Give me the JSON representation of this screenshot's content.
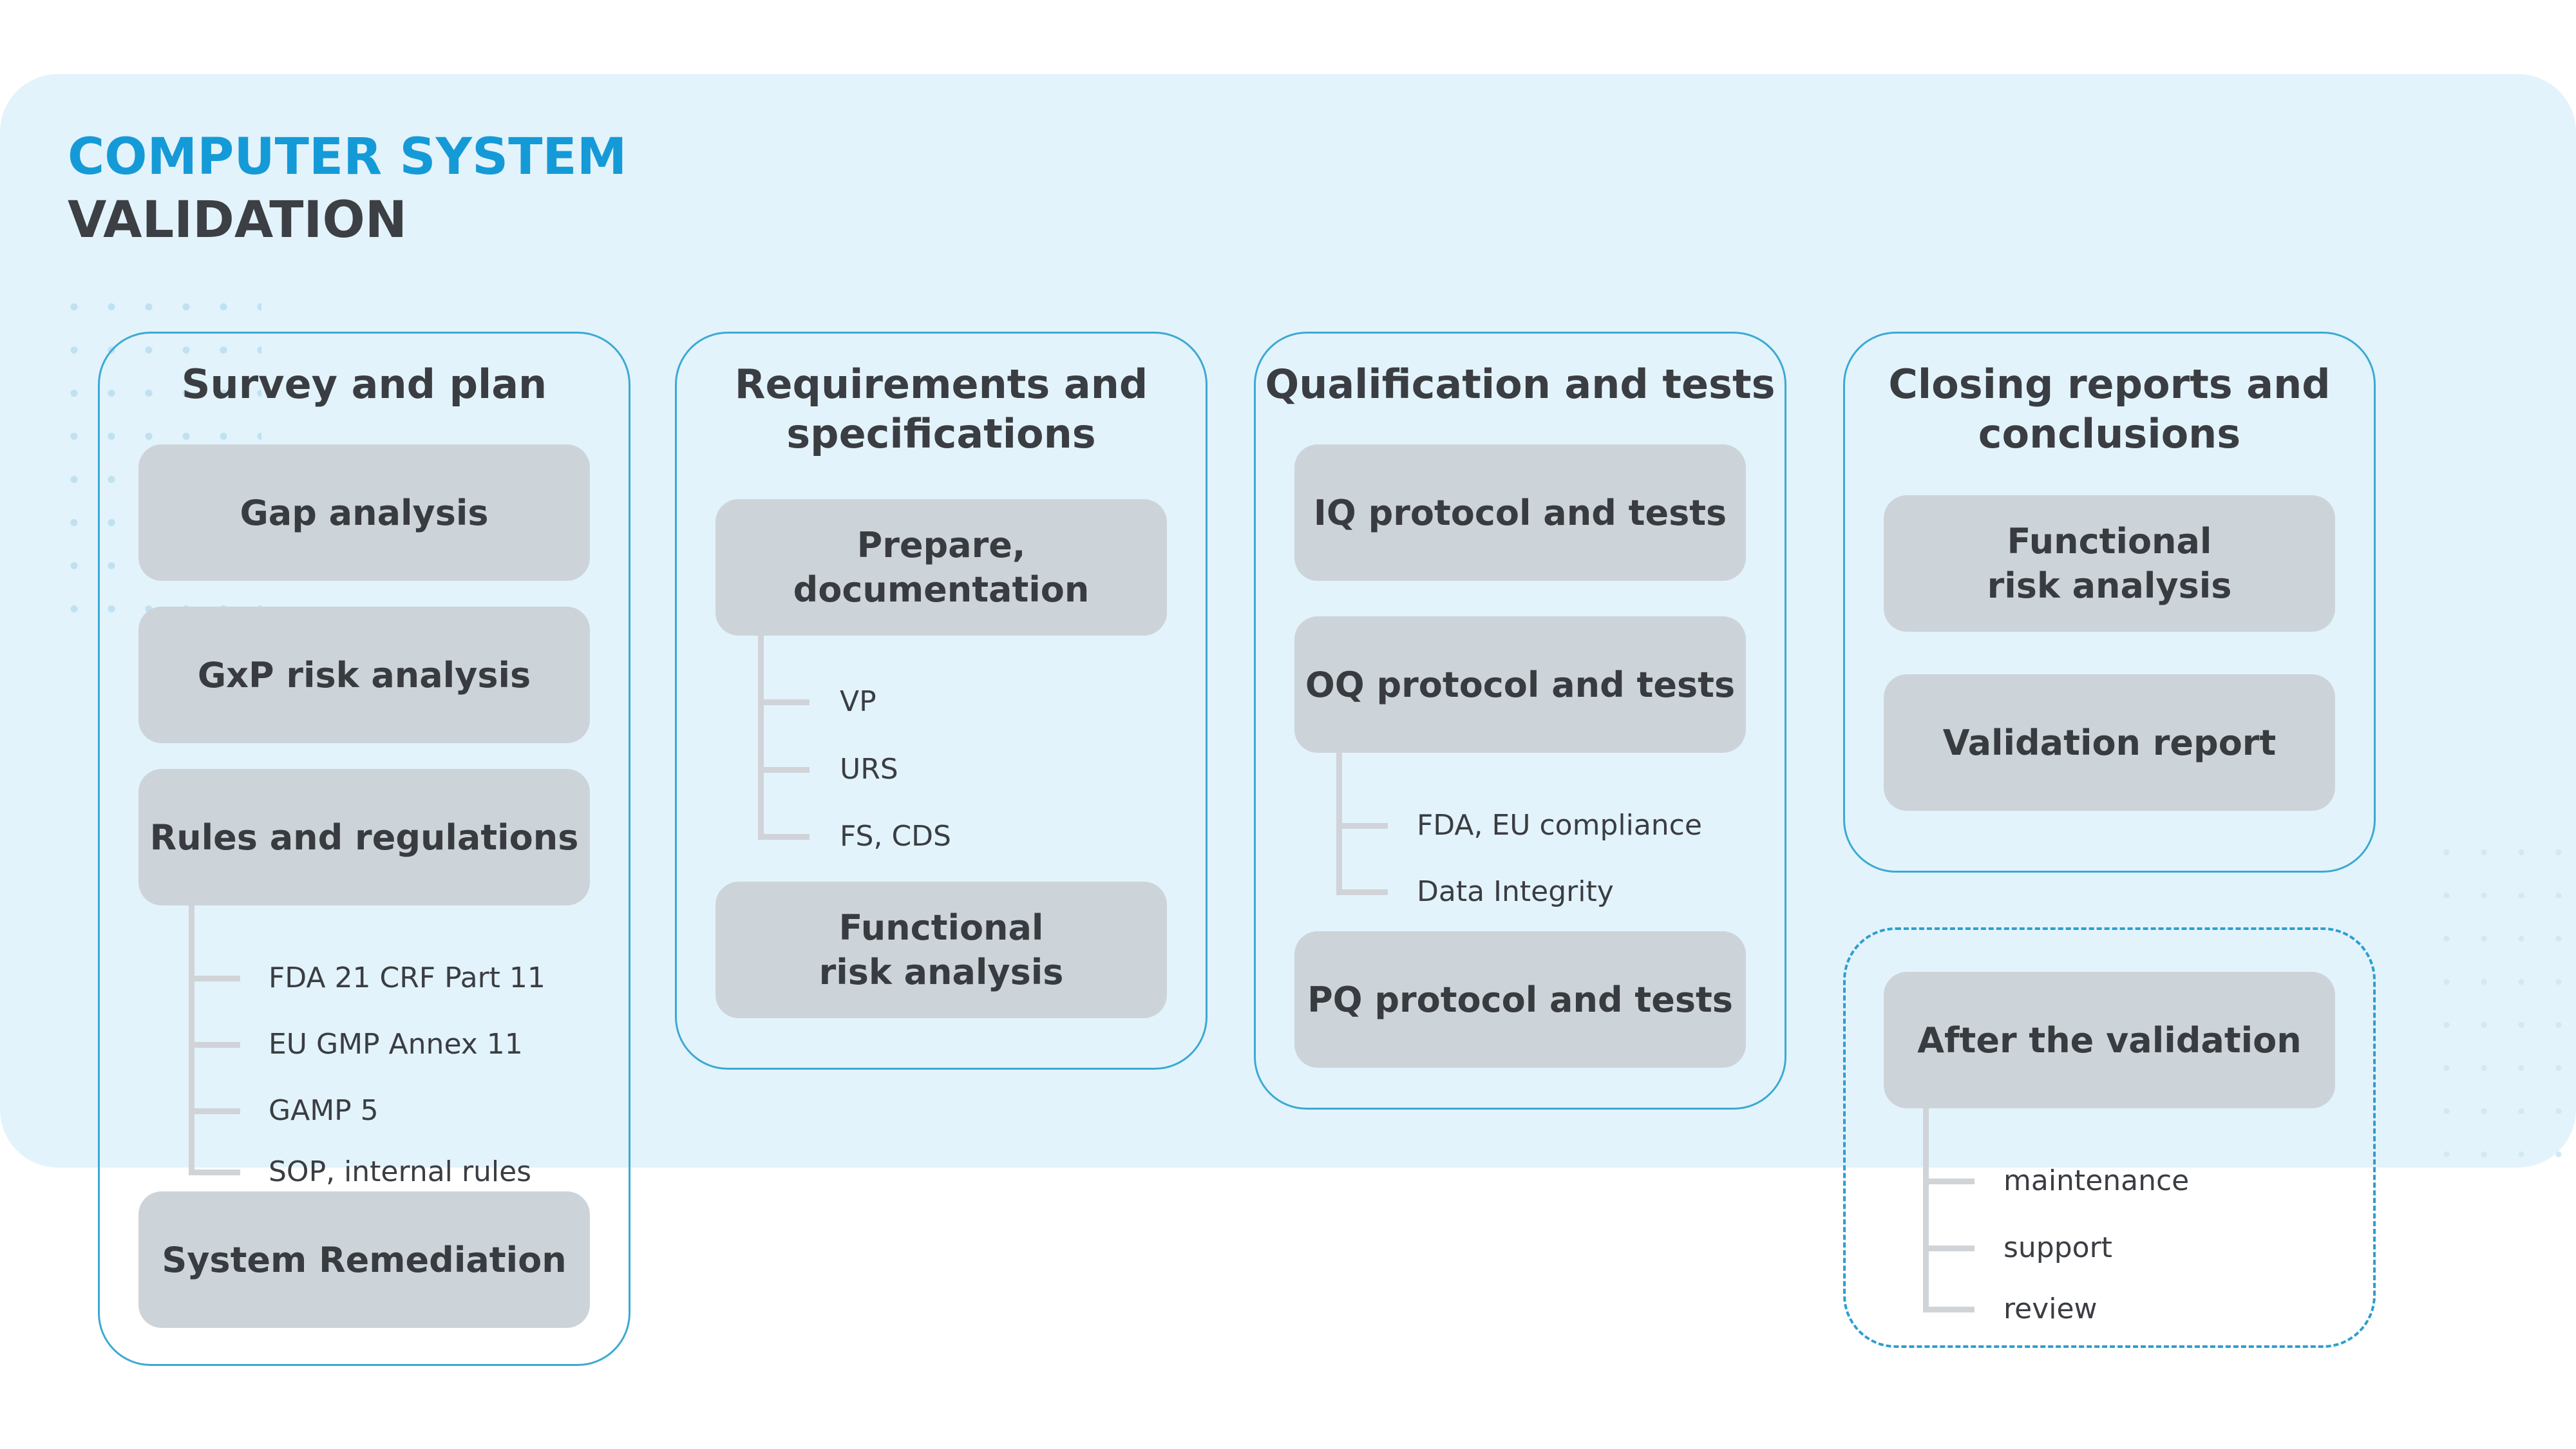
{
  "title": {
    "line1": "COMPUTER SYSTEM",
    "line2": "VALIDATION"
  },
  "colors": {
    "accent": "#159ad8",
    "panel_bg": "#e3f3fb",
    "card_bg": "#cdd4d9",
    "border": "#3ba9d3",
    "text": "#3a3d42"
  },
  "columns": [
    {
      "title": "Survey and plan",
      "cards": [
        {
          "label": "Gap analysis"
        },
        {
          "label": "GxP risk analysis"
        },
        {
          "label": "Rules and regulations",
          "sub_items": [
            "FDA 21 CRF Part 11",
            "EU GMP Annex 11",
            "GAMP 5",
            "SOP, internal rules"
          ]
        },
        {
          "label": "System Remediation"
        }
      ]
    },
    {
      "title": "Requirements and\nspecifications",
      "cards": [
        {
          "label": "Prepare,\ndocumentation",
          "sub_items": [
            "VP",
            "URS",
            "FS, CDS"
          ]
        },
        {
          "label": "Functional\nrisk analysis"
        }
      ]
    },
    {
      "title": "Qualification and tests",
      "cards": [
        {
          "label": "IQ protocol and tests"
        },
        {
          "label": "OQ protocol and tests",
          "sub_items": [
            "FDA, EU compliance",
            "Data Integrity"
          ]
        },
        {
          "label": "PQ protocol and tests"
        }
      ]
    },
    {
      "title": "Closing reports and\nconclusions",
      "cards": [
        {
          "label": "Functional\nrisk analysis"
        },
        {
          "label": "Validation report"
        }
      ]
    }
  ],
  "after_validation": {
    "label": "After the validation",
    "sub_items": [
      "maintenance",
      "support",
      "review"
    ]
  }
}
